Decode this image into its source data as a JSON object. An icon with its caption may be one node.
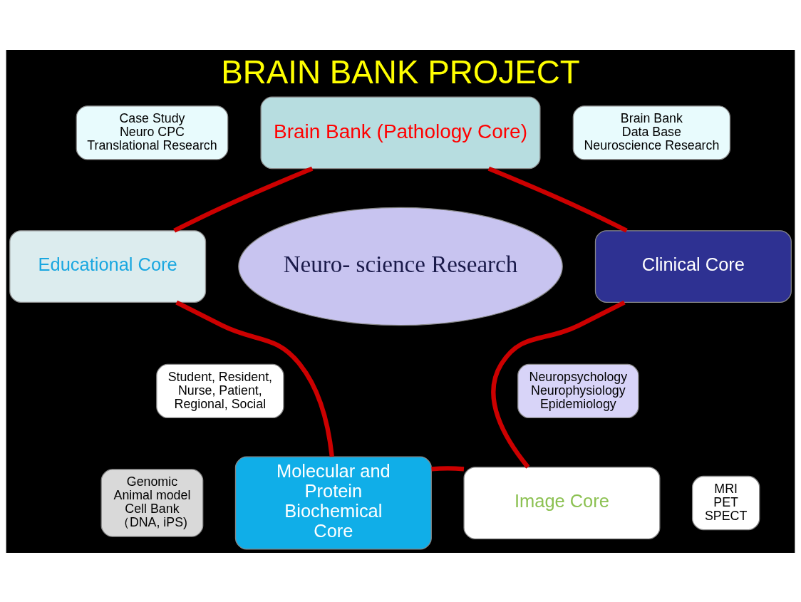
{
  "diagram": {
    "title": "BRAIN BANK PROJECT",
    "nodes": [
      {
        "text": [
          "Brain Bank (Pathology Core)"
        ]
      },
      {
        "text": [
          "Case Study",
          "Neuro CPC",
          "Translational Research"
        ]
      },
      {
        "text": [
          "Brain Bank",
          "Data Base",
          "Neuroscience Research"
        ]
      },
      {
        "text": [
          "Educational Core"
        ]
      },
      {
        "text": [
          "Neuro- science Research"
        ]
      },
      {
        "text": [
          "Clinical Core"
        ]
      },
      {
        "text": [
          "Student, Resident, Nurse, Patient, Regional, Social"
        ]
      },
      {
        "text": [
          "Neuropsychology",
          "Neurophysiology",
          "Epidemiology"
        ]
      },
      {
        "text": [
          "Genomic",
          "Animal model",
          "Cell Bank",
          "（DNA, iPS)"
        ]
      },
      {
        "text": [
          "Molecular and Protein Biochemical Core"
        ]
      },
      {
        "text": [
          "Image Core"
        ]
      },
      {
        "text": [
          "MRI",
          "PET",
          "SPECT"
        ]
      }
    ],
    "edges": [
      {
        "from": 0,
        "to": 5,
        "arrow": "none"
      },
      {
        "from": 5,
        "to": 10,
        "arrow": "none"
      },
      {
        "from": 10,
        "to": 9,
        "arrow": "none"
      },
      {
        "from": 9,
        "to": 3,
        "arrow": "none"
      },
      {
        "from": 3,
        "to": 0,
        "arrow": "none"
      }
    ]
  }
}
